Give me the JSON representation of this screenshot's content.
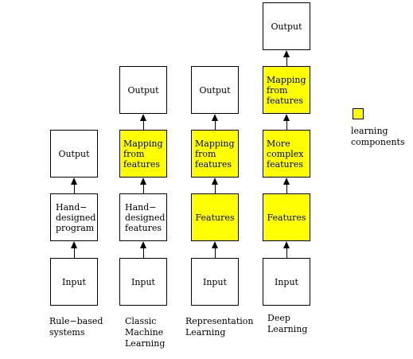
{
  "colors": {
    "learned_fill": "#ffff00",
    "stroke": "#000000",
    "background": "#ffffff"
  },
  "columns": [
    {
      "caption": "Rule−based\nsystems",
      "boxes": [
        {
          "label": "Input",
          "learned": false
        },
        {
          "label": "Hand−\ndesigned\nprogram",
          "learned": false
        },
        {
          "label": "Output",
          "learned": false
        }
      ]
    },
    {
      "caption": "Classic\nMachine\nLearning",
      "boxes": [
        {
          "label": "Input",
          "learned": false
        },
        {
          "label": "Hand−\ndesigned\nfeatures",
          "learned": false
        },
        {
          "label": "Mapping\nfrom\nfeatures",
          "learned": true
        },
        {
          "label": "Output",
          "learned": false
        }
      ]
    },
    {
      "caption": "Representation\nLearning",
      "boxes": [
        {
          "label": "Input",
          "learned": false
        },
        {
          "label": "Features",
          "learned": true
        },
        {
          "label": "Mapping\nfrom\nfeatures",
          "learned": true
        },
        {
          "label": "Output",
          "learned": false
        }
      ]
    },
    {
      "caption": "Deep\nLearning",
      "boxes": [
        {
          "label": "Input",
          "learned": false
        },
        {
          "label": "Features",
          "learned": true
        },
        {
          "label": "More\ncomplex\nfeatures",
          "learned": true
        },
        {
          "label": "Mapping\nfrom\nfeatures",
          "learned": true
        },
        {
          "label": "Output",
          "learned": false
        }
      ]
    }
  ],
  "legend": {
    "label": "learning\ncomponents"
  }
}
